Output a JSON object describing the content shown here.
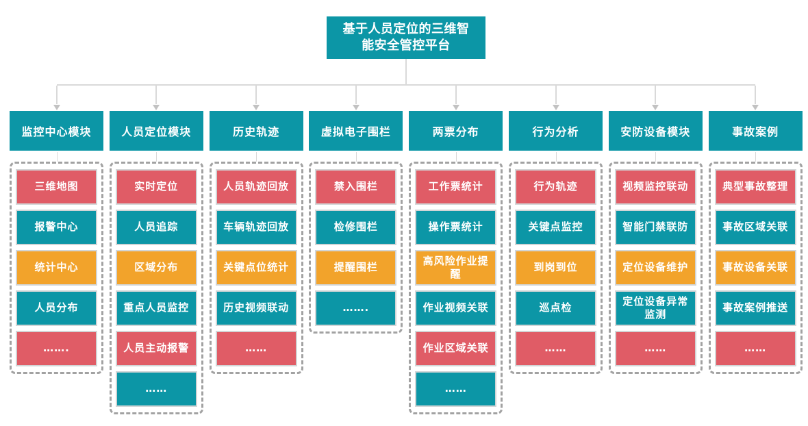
{
  "root": {
    "title": "基于人员定位的三维智能安全管控平台"
  },
  "palette": {
    "teal": "#0C96A6",
    "red": "#E05C66",
    "orange": "#F2A32B",
    "connector_line": "#D9D9D9",
    "arrow": "#C2C2C2",
    "dashed_border": "#A2A2A2",
    "node_border": "#D2D5D6",
    "text": "#FFFFFF",
    "background": "#FFFFFF"
  },
  "columns": [
    {
      "header": "监控中心模块",
      "items": [
        {
          "label": "三维地图",
          "variant": "red"
        },
        {
          "label": "报警中心",
          "variant": "teal"
        },
        {
          "label": "统计中心",
          "variant": "orange"
        },
        {
          "label": "人员分布",
          "variant": "teal"
        },
        {
          "label": "…….",
          "variant": "red"
        }
      ]
    },
    {
      "header": "人员定位模块",
      "items": [
        {
          "label": "实时定位",
          "variant": "red"
        },
        {
          "label": "人员追踪",
          "variant": "teal"
        },
        {
          "label": "区域分布",
          "variant": "orange"
        },
        {
          "label": "重点人员监控",
          "variant": "teal"
        },
        {
          "label": "人员主动报警",
          "variant": "red"
        },
        {
          "label": "……",
          "variant": "teal"
        }
      ]
    },
    {
      "header": "历史轨迹",
      "items": [
        {
          "label": "人员轨迹回放",
          "variant": "red"
        },
        {
          "label": "车辆轨迹回放",
          "variant": "teal"
        },
        {
          "label": "关键点位统计",
          "variant": "orange"
        },
        {
          "label": "历史视频联动",
          "variant": "teal"
        },
        {
          "label": "……",
          "variant": "red"
        }
      ]
    },
    {
      "header": "虚拟电子围栏",
      "items": [
        {
          "label": "禁入围栏",
          "variant": "red"
        },
        {
          "label": "检修围栏",
          "variant": "teal"
        },
        {
          "label": "提醒围栏",
          "variant": "orange"
        },
        {
          "label": "…….",
          "variant": "teal"
        }
      ]
    },
    {
      "header": "两票分布",
      "items": [
        {
          "label": "工作票统计",
          "variant": "red"
        },
        {
          "label": "操作票统计",
          "variant": "teal"
        },
        {
          "label": "高风险作业提醒",
          "variant": "orange"
        },
        {
          "label": "作业视频关联",
          "variant": "teal"
        },
        {
          "label": "作业区域关联",
          "variant": "red"
        },
        {
          "label": "……",
          "variant": "teal"
        }
      ]
    },
    {
      "header": "行为分析",
      "items": [
        {
          "label": "行为轨迹",
          "variant": "red"
        },
        {
          "label": "关键点监控",
          "variant": "teal"
        },
        {
          "label": "到岗到位",
          "variant": "orange"
        },
        {
          "label": "巡点检",
          "variant": "teal"
        },
        {
          "label": "……",
          "variant": "red"
        }
      ]
    },
    {
      "header": "安防设备模块",
      "items": [
        {
          "label": "视频监控联动",
          "variant": "red"
        },
        {
          "label": "智能门禁联防",
          "variant": "teal"
        },
        {
          "label": "定位设备维护",
          "variant": "orange"
        },
        {
          "label": "定位设备异常监测",
          "variant": "teal"
        },
        {
          "label": "……",
          "variant": "red"
        }
      ]
    },
    {
      "header": "事故案例",
      "items": [
        {
          "label": "典型事故整理",
          "variant": "red"
        },
        {
          "label": "事故区域关联",
          "variant": "teal"
        },
        {
          "label": "事故设备关联",
          "variant": "orange"
        },
        {
          "label": "事故案例推送",
          "variant": "teal"
        },
        {
          "label": "……",
          "variant": "red"
        }
      ]
    }
  ]
}
